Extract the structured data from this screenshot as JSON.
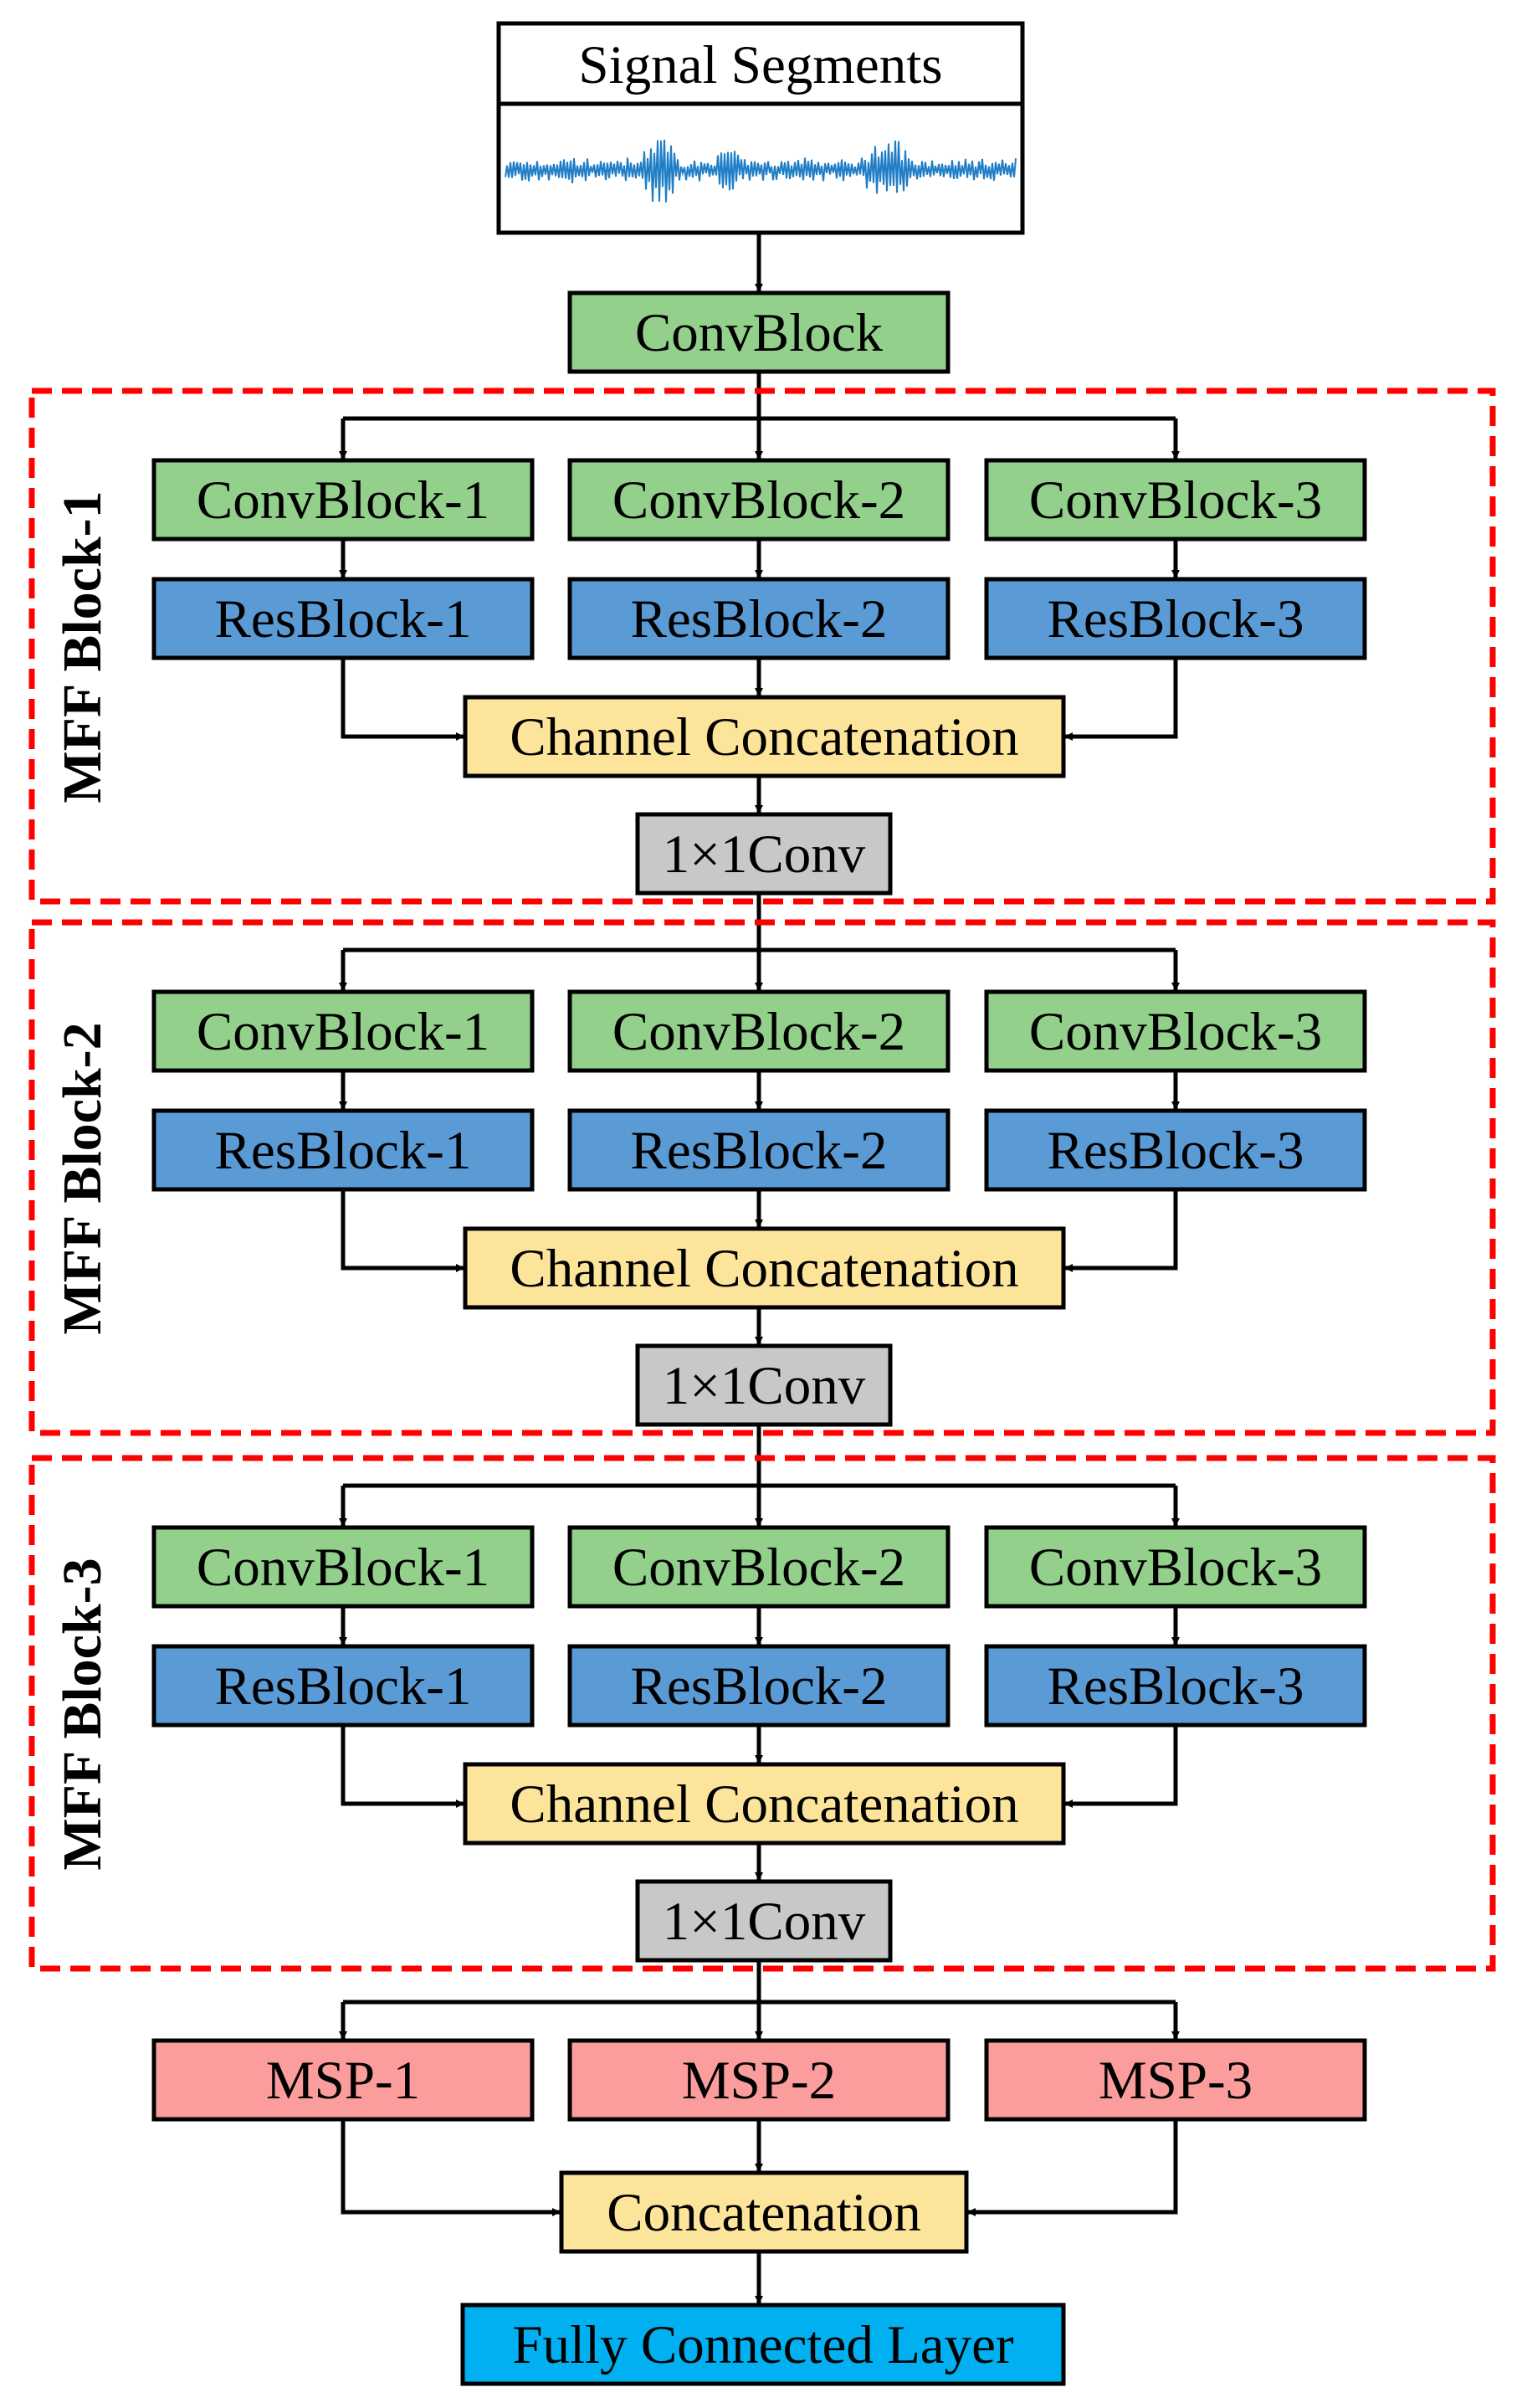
{
  "input": {
    "label": "Signal Segments"
  },
  "stem": {
    "label": "ConvBlock"
  },
  "mff_blocks": [
    {
      "label": "MFF Block-1",
      "conv_labels": [
        "ConvBlock-1",
        "ConvBlock-2",
        "ConvBlock-3"
      ],
      "res_labels": [
        "ResBlock-1",
        "ResBlock-2",
        "ResBlock-3"
      ],
      "concat_label": "Channel Concatenation",
      "conv1x1_label": "1×1Conv"
    },
    {
      "label": "MFF Block-2",
      "conv_labels": [
        "ConvBlock-1",
        "ConvBlock-2",
        "ConvBlock-3"
      ],
      "res_labels": [
        "ResBlock-1",
        "ResBlock-2",
        "ResBlock-3"
      ],
      "concat_label": "Channel Concatenation",
      "conv1x1_label": "1×1Conv"
    },
    {
      "label": "MFF Block-3",
      "conv_labels": [
        "ConvBlock-1",
        "ConvBlock-2",
        "ConvBlock-3"
      ],
      "res_labels": [
        "ResBlock-1",
        "ResBlock-2",
        "ResBlock-3"
      ],
      "concat_label": "Channel Concatenation",
      "conv1x1_label": "1×1Conv"
    }
  ],
  "msp": {
    "labels": [
      "MSP-1",
      "MSP-2",
      "MSP-3"
    ]
  },
  "final_concat": {
    "label": "Concatenation"
  },
  "fc": {
    "label": "Fully Connected Layer"
  },
  "colors": {
    "green": "#92d08b",
    "blue": "#5b9bd5",
    "yellow": "#fde49b",
    "gray": "#c8c8c8",
    "pink": "#fb9d9d",
    "cyan": "#00b0f0",
    "signal": "#1f7dc6",
    "dashed_border": "#ff0000"
  }
}
